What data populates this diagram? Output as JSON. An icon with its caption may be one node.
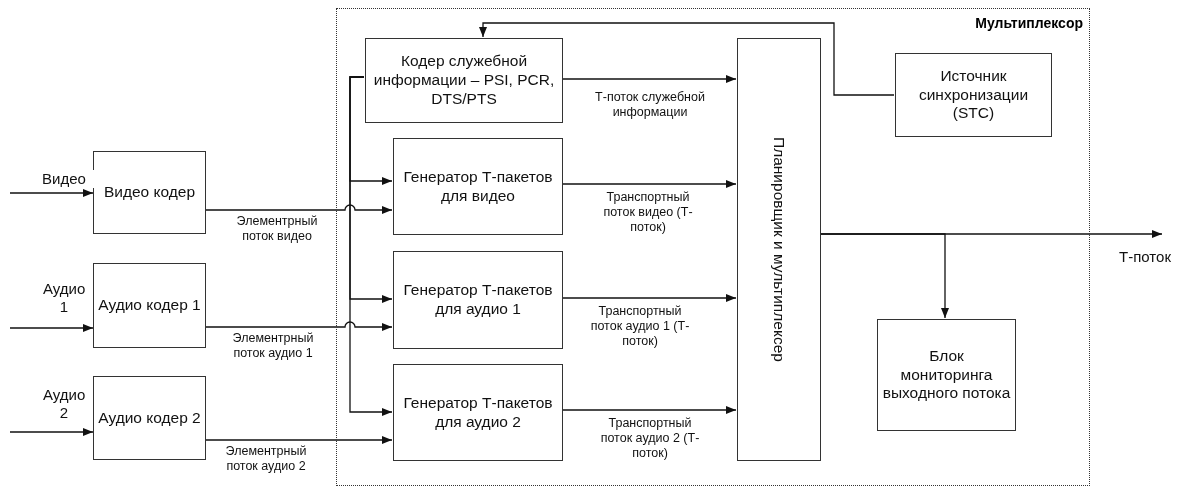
{
  "diagram": {
    "nodes": [
      {
        "text": [
          "Мультиплексор"
        ]
      },
      {
        "text": [
          "Кодер служебной информации – PSI, PCR, DTS/PTS"
        ],
        "in": 0
      },
      {
        "text": [
          "Источник синхронизации (STC)"
        ],
        "in": 0
      },
      {
        "text": [
          "Генератор Т-пакетов для видео"
        ],
        "in": 0
      },
      {
        "text": [
          "Планировщик и мультиплексер"
        ],
        "in": 0
      },
      {
        "text": [
          "Генератор Т-пакетов для аудио 1"
        ],
        "in": 0
      },
      {
        "text": [
          "Блок мониторинга выходного потока"
        ],
        "in": 0
      },
      {
        "text": [
          "Генератор Т-пакетов для аудио 2"
        ],
        "in": 0
      },
      {
        "text": [
          "Видео кодер"
        ]
      },
      {
        "text": [
          "Аудио кодер 1"
        ]
      },
      {
        "text": [
          "Аудио кодер 2"
        ]
      }
    ],
    "edges": [
      {
        "from": null,
        "to": 8,
        "arrow": "to",
        "label": "Видео"
      },
      {
        "from": null,
        "to": 9,
        "arrow": "to",
        "label": "Аудио 1"
      },
      {
        "from": null,
        "to": 10,
        "arrow": "to",
        "label": "Аудио 2"
      },
      {
        "from": 8,
        "to": 3,
        "arrow": "to",
        "label": "Элементрный поток видео"
      },
      {
        "from": 9,
        "to": 5,
        "arrow": "to",
        "label": "Элементрный поток аудио 1"
      },
      {
        "from": 10,
        "to": 7,
        "arrow": "to",
        "label": "Элементрный поток аудио 2"
      },
      {
        "from": 2,
        "to": 1,
        "arrow": "to"
      },
      {
        "from": 1,
        "to": 3,
        "arrow": "to"
      },
      {
        "from": 1,
        "to": 5,
        "arrow": "to"
      },
      {
        "from": 1,
        "to": 7,
        "arrow": "to"
      },
      {
        "from": 1,
        "to": 4,
        "arrow": "to",
        "label": "Т-поток служебной информации"
      },
      {
        "from": 3,
        "to": 4,
        "arrow": "to",
        "label": "Транспортный поток видео (Т-поток)"
      },
      {
        "from": 5,
        "to": 4,
        "arrow": "to",
        "label": "Транспортный поток аудио 1 (Т-поток)"
      },
      {
        "from": 7,
        "to": 4,
        "arrow": "to",
        "label": "Транспортный поток аудио 2 (Т-поток)"
      },
      {
        "from": 4,
        "to": null,
        "arrow": "to",
        "label": "Т-поток"
      },
      {
        "from": 4,
        "to": 6,
        "arrow": "to"
      }
    ]
  }
}
